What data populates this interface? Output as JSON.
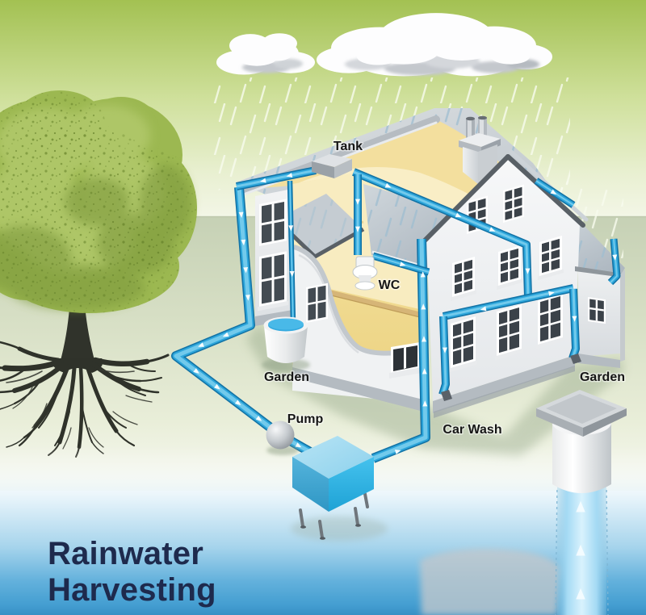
{
  "title": {
    "line1": "Rainwater",
    "line2": "Harvesting",
    "color": "#1e2a4d"
  },
  "labels": {
    "tank": "Tank",
    "wc": "WC",
    "garden_left": "Garden",
    "pump": "Pump",
    "car_wash": "Car Wash",
    "garden_right": "Garden"
  },
  "colors": {
    "pipe_blue": "#2da6db",
    "pipe_edge": "#1273a6",
    "pipe_highlight": "#8ad6f2",
    "water_blue": "#35aadf",
    "sky_green": "#a6c355",
    "ground_green": "#c6d1b5",
    "underground_blue": "#3d94c8",
    "roof_gray": "#c9cfd5",
    "wall_white": "#f3f4f5",
    "attic_cream": "#f6e6ac",
    "foliage_green": "#9cb851",
    "label_color": "#161616"
  }
}
